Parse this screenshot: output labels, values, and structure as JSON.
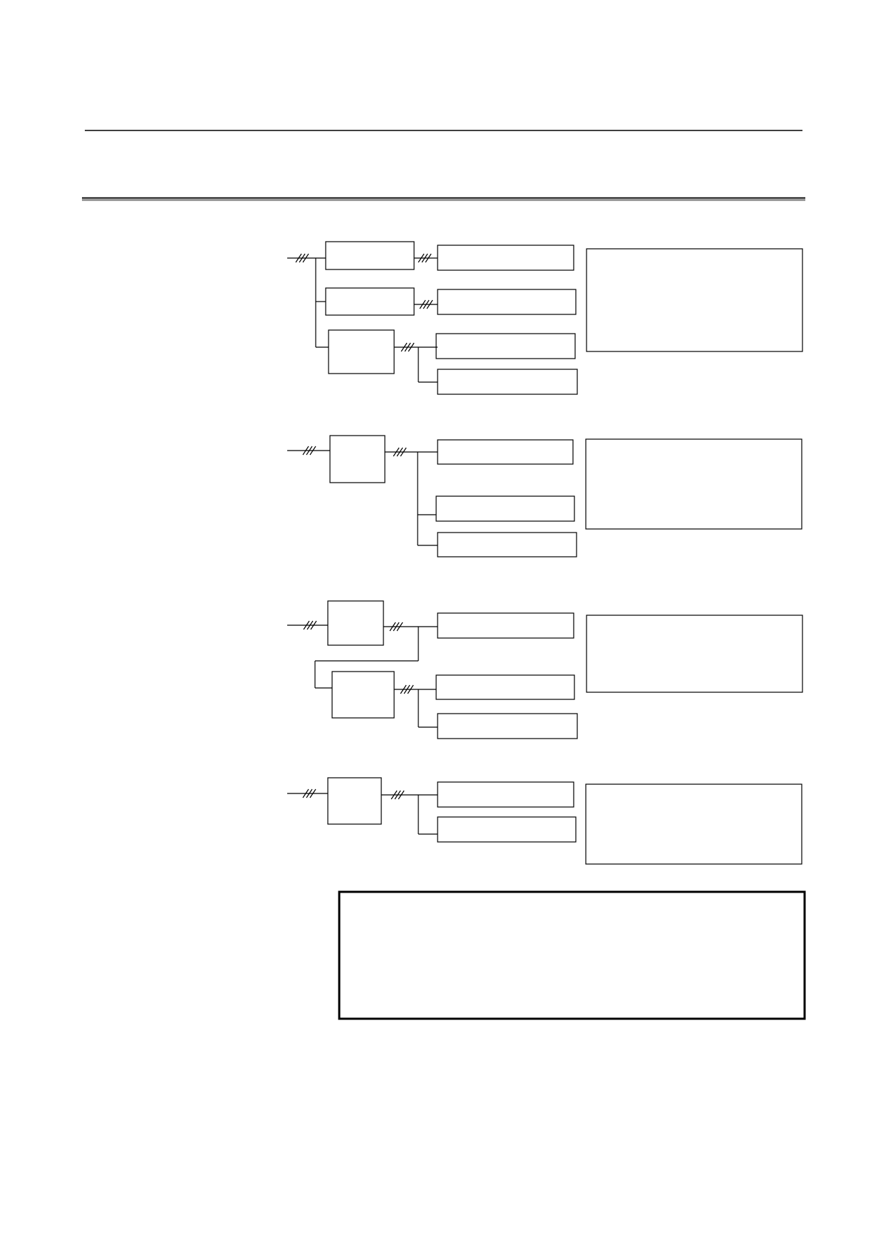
{
  "page": {
    "header_text": "",
    "section_title": ""
  },
  "groups": [
    {
      "id": "g1",
      "inputs": [
        ""
      ],
      "devices": [
        {
          "label": "",
          "outputs": [
            ""
          ]
        },
        {
          "label": "",
          "outputs": [
            ""
          ]
        },
        {
          "label": "",
          "outputs": [
            "",
            ""
          ]
        }
      ],
      "note": ""
    },
    {
      "id": "g2",
      "inputs": [
        ""
      ],
      "devices": [
        {
          "label": "",
          "outputs": [
            "",
            "",
            ""
          ]
        }
      ],
      "note": ""
    },
    {
      "id": "g3",
      "inputs": [
        ""
      ],
      "devices": [
        {
          "label": "",
          "outputs": [
            ""
          ]
        },
        {
          "label": "",
          "outputs": [
            "",
            ""
          ]
        }
      ],
      "note": ""
    },
    {
      "id": "g4",
      "inputs": [
        ""
      ],
      "devices": [
        {
          "label": "",
          "outputs": [
            "",
            ""
          ]
        }
      ],
      "note": ""
    }
  ],
  "notice_box": {
    "text": ""
  },
  "colors": {
    "line": "#000000",
    "rule_shadow": "#9a9a9a",
    "background": "#ffffff"
  }
}
